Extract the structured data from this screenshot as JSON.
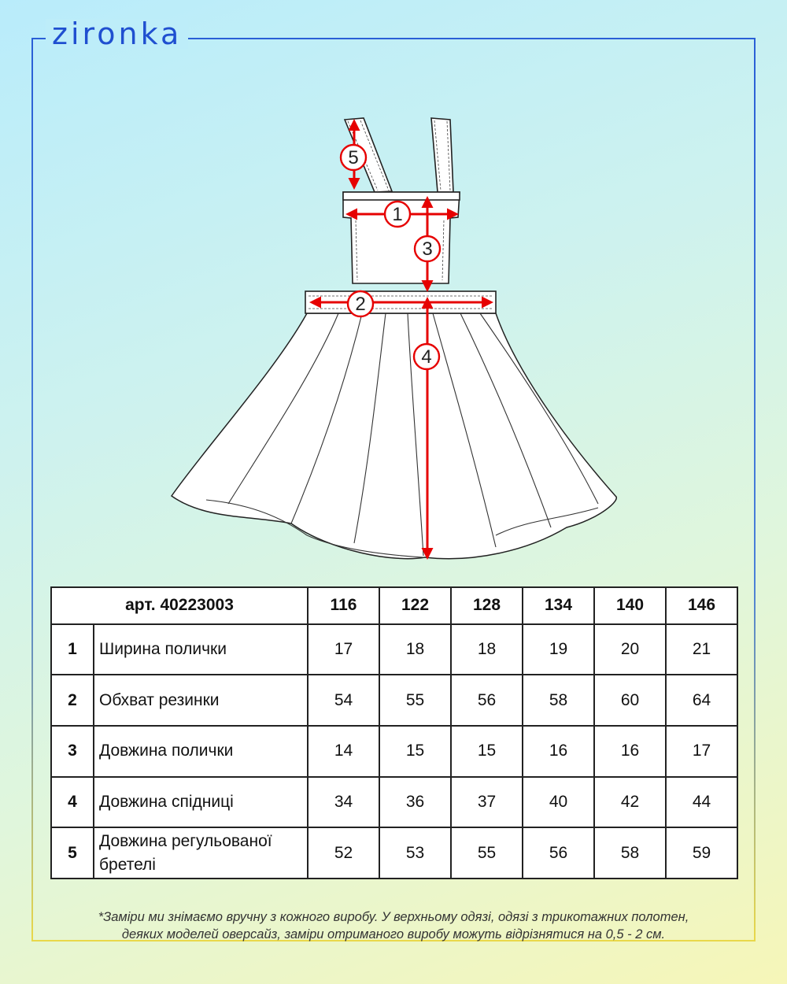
{
  "brand": {
    "logo": "zironka"
  },
  "diagram": {
    "markers": [
      "1",
      "2",
      "3",
      "4",
      "5"
    ]
  },
  "table": {
    "article": "арт. 40223003",
    "sizes": [
      "116",
      "122",
      "128",
      "134",
      "140",
      "146"
    ],
    "rows": [
      {
        "num": "1",
        "label": "Ширина полички",
        "values": [
          "17",
          "18",
          "18",
          "19",
          "20",
          "21"
        ]
      },
      {
        "num": "2",
        "label": "Обхват резинки",
        "values": [
          "54",
          "55",
          "56",
          "58",
          "60",
          "64"
        ]
      },
      {
        "num": "3",
        "label": "Довжина полички",
        "values": [
          "14",
          "15",
          "15",
          "16",
          "16",
          "17"
        ]
      },
      {
        "num": "4",
        "label": "Довжина спідниці",
        "values": [
          "34",
          "36",
          "37",
          "40",
          "42",
          "44"
        ]
      },
      {
        "num": "5",
        "label": "Довжина регульованої бретелі",
        "values": [
          "52",
          "53",
          "55",
          "56",
          "58",
          "59"
        ]
      }
    ]
  },
  "footnote": {
    "line1": "*Заміри ми знімаємо вручну з кожного виробу. У верхньому одязі, одязі з трикотажних полотен,",
    "line2": "деяких моделей оверсайз, заміри отриманого виробу можуть відрізнятися на 0,5 - 2 см."
  },
  "colors": {
    "accent": "#e60000",
    "brand": "#1f4fd0",
    "frame_top": "#2a5fd6",
    "frame_bottom": "#e9d84a"
  }
}
